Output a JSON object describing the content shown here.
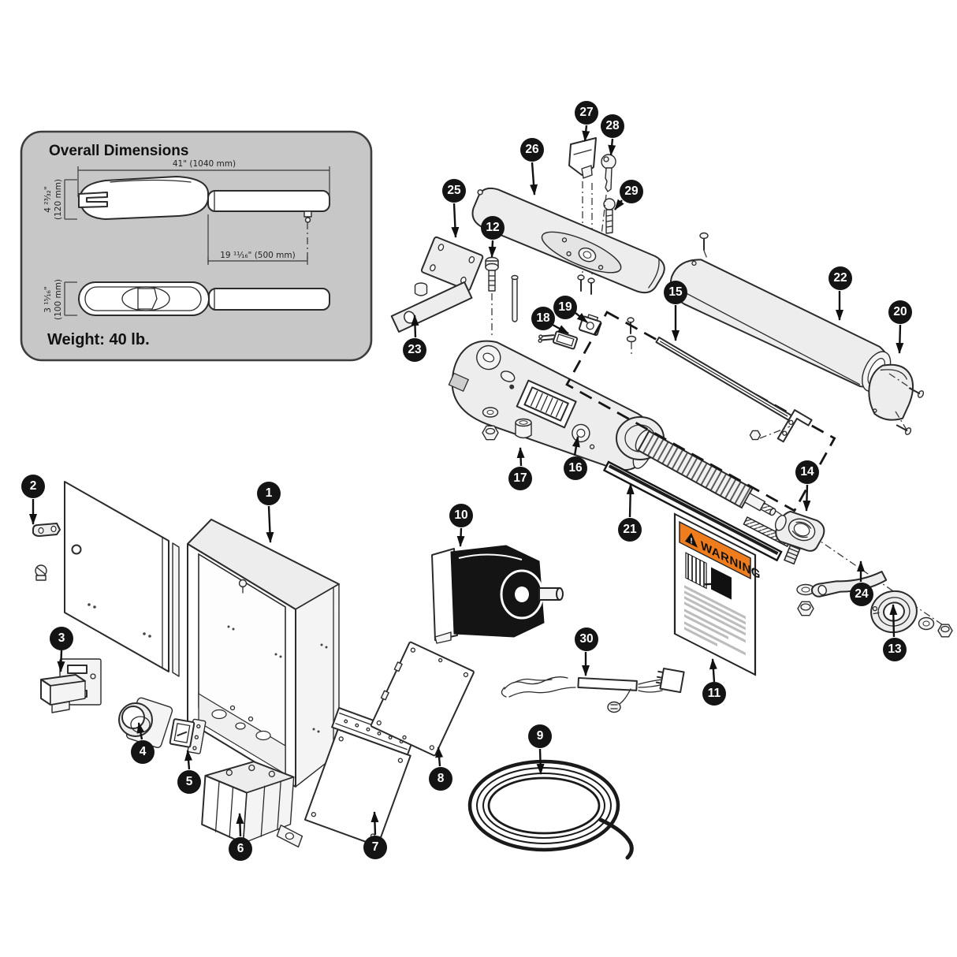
{
  "dimensions_panel": {
    "title": "Overall Dimensions",
    "length": "41\" (1040 mm)",
    "upper_height_in": "4 ²³⁄₃₂\"",
    "upper_height_mm": "(120 mm)",
    "stroke": "19 ¹¹⁄₁₆\" (500 mm)",
    "lower_height_in": "3 ¹⁵⁄₁₆\"",
    "lower_height_mm": "(100 mm)",
    "weight": "Weight: 40 lb."
  },
  "warning_label": {
    "alert": "!",
    "header": "WARNING"
  },
  "colors": {
    "paper": "#ffffff",
    "panel_fill": "#c7c7c7",
    "line": "#2b2b2b",
    "part_fill": "#ededed",
    "callout_bg": "#141414",
    "callout_text": "#ffffff",
    "warning_orange": "#ef7d1e"
  },
  "callouts": [
    {
      "n": "1"
    },
    {
      "n": "2"
    },
    {
      "n": "3"
    },
    {
      "n": "4"
    },
    {
      "n": "5"
    },
    {
      "n": "6"
    },
    {
      "n": "7"
    },
    {
      "n": "8"
    },
    {
      "n": "9"
    },
    {
      "n": "10"
    },
    {
      "n": "11"
    },
    {
      "n": "12"
    },
    {
      "n": "13"
    },
    {
      "n": "14"
    },
    {
      "n": "15"
    },
    {
      "n": "16"
    },
    {
      "n": "17"
    },
    {
      "n": "18"
    },
    {
      "n": "19"
    },
    {
      "n": "20"
    },
    {
      "n": "21"
    },
    {
      "n": "22"
    },
    {
      "n": "23"
    },
    {
      "n": "24"
    },
    {
      "n": "25"
    },
    {
      "n": "26"
    },
    {
      "n": "27"
    },
    {
      "n": "28"
    },
    {
      "n": "29"
    },
    {
      "n": "30"
    }
  ]
}
